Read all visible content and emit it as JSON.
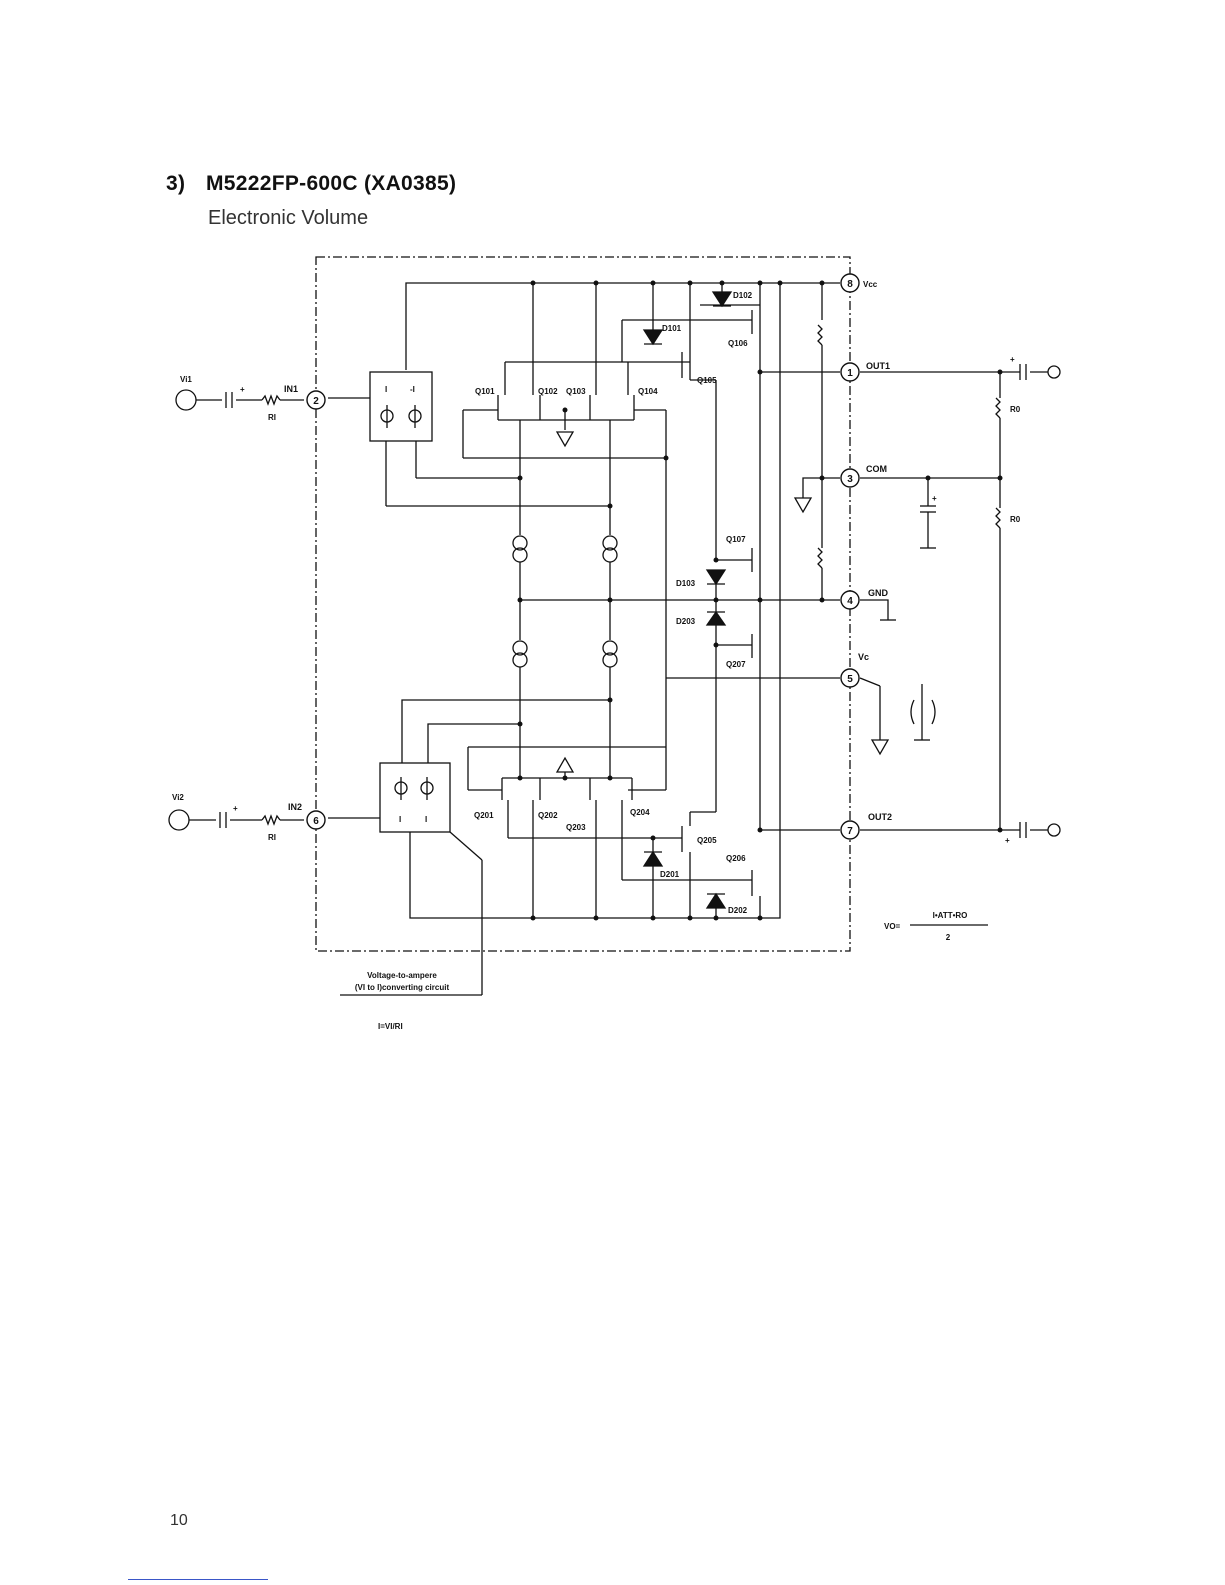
{
  "document": {
    "section_number": "3)",
    "title": "M5222FP-600C (XA0385)",
    "subtitle": "Electronic Volume",
    "page_number": "10"
  },
  "diagram": {
    "pins": [
      {
        "num": "8",
        "label": "Vcc"
      },
      {
        "num": "1",
        "label": "OUT1"
      },
      {
        "num": "2",
        "label": "IN1"
      },
      {
        "num": "3",
        "label": "COM"
      },
      {
        "num": "4",
        "label": "GND"
      },
      {
        "num": "5",
        "label": "Vc"
      },
      {
        "num": "6",
        "label": "IN2"
      },
      {
        "num": "7",
        "label": "OUT2"
      }
    ],
    "inputs": {
      "vi1": "Vi1",
      "vi2": "Vi2",
      "ri": "RI",
      "plus": "+"
    },
    "ro": "R0",
    "transistors": [
      "Q101",
      "Q102",
      "Q103",
      "Q104",
      "Q105",
      "Q106",
      "Q107",
      "Q201",
      "Q202",
      "Q203",
      "Q204",
      "Q205",
      "Q206",
      "Q207"
    ],
    "diodes": [
      "D101",
      "D102",
      "D103",
      "D201",
      "D202",
      "D203"
    ],
    "vic_labels": {
      "i": "I",
      "minus_i": "-I"
    },
    "converter_caption_line1": "Voltage-to-ampere",
    "converter_caption_line2": "(VI to I)converting circuit",
    "current_formula": "I=VI/RI",
    "vo_formula": {
      "lhs": "VO=",
      "numerator": "I•ATT•RO",
      "denominator": "2"
    }
  }
}
